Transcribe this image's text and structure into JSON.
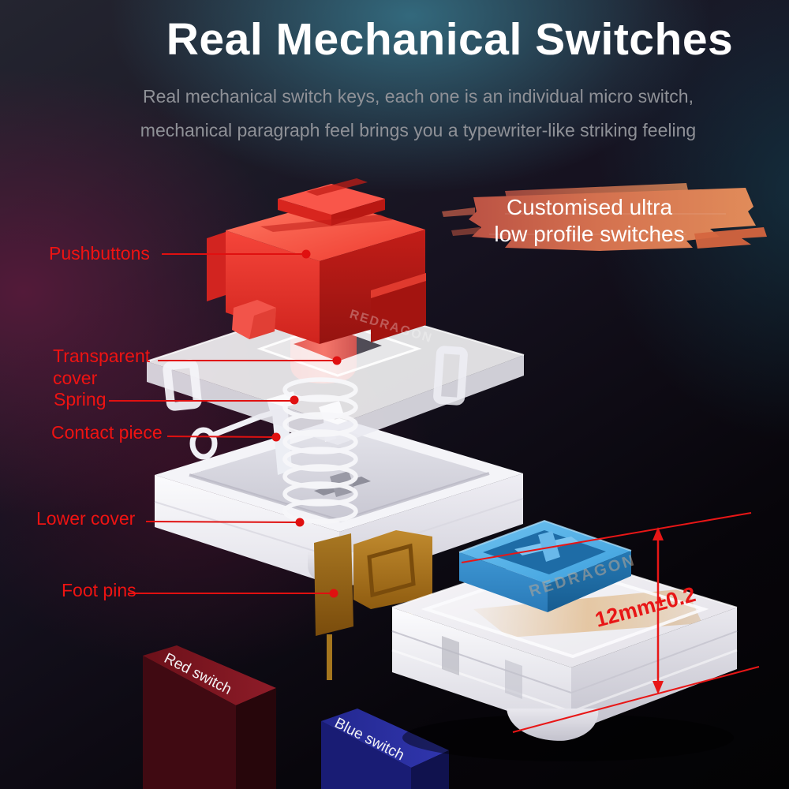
{
  "title": "Real Mechanical Switches",
  "subtitle": {
    "line1": "Real mechanical switch keys, each one is an individual micro switch,",
    "line2": "mechanical paragraph feel brings you a typewriter-like striking feeling"
  },
  "badge": {
    "line1": "Customised ultra",
    "line2": "low profile switches"
  },
  "labels": {
    "pushbuttons": "Pushbuttons",
    "transparent_cover_line1": "Transparent",
    "transparent_cover_line2": "cover",
    "spring": "Spring",
    "contact_piece": "Contact piece",
    "lower_cover": "Lower cover",
    "foot_pins": "Foot pins"
  },
  "measurement": "12mm±0.2",
  "boxes": {
    "red": "Red switch",
    "blue": "Blue switch"
  },
  "brand_embossed": "REDRAGON",
  "colors": {
    "accent_red": "#e81414",
    "badge_orange": "#d9754f",
    "switch_red": "#ee2c24",
    "switch_blue": "#3fa3e2",
    "box_red": "#7c1620",
    "box_blue": "#23269a"
  }
}
